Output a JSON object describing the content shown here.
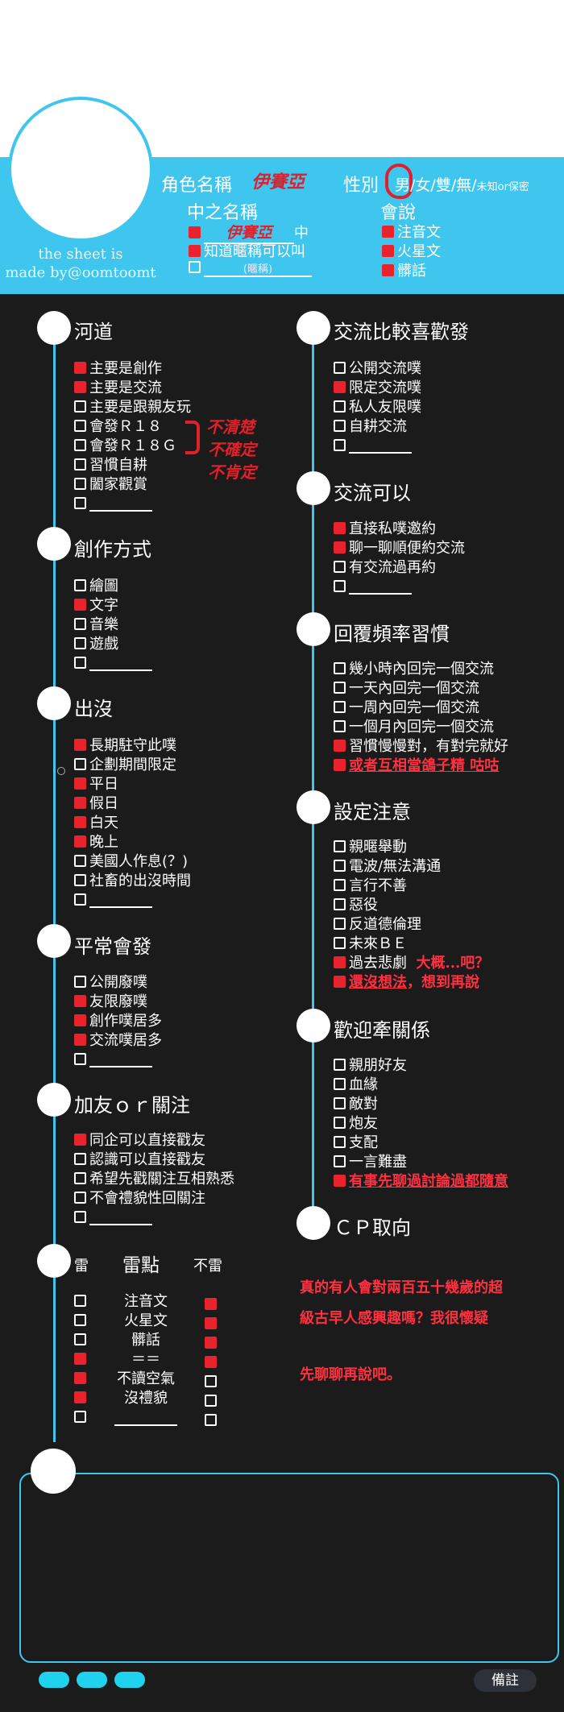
{
  "header": {
    "name_label": "角色名稱",
    "name_value": "伊賽亞",
    "gender_label": "性別",
    "gender_options": [
      "男",
      "/女/雙/無/",
      "未知or保密"
    ],
    "nick_label": "中之名稱",
    "nick_value": "伊賽亞",
    "nick_suffix": "中",
    "nick_known": "知道暱稱可以叫",
    "nick_placeholder": "(暱稱)",
    "can_say_label": "會說",
    "languages": [
      {
        "label": "注音文",
        "checked": true
      },
      {
        "label": "火星文",
        "checked": true
      },
      {
        "label": "髒話",
        "checked": true
      }
    ],
    "credit_line1": "the sheet is",
    "credit_line2": "made by@oomtoomt"
  },
  "sections": {
    "river": {
      "title": "河道",
      "items": [
        {
          "label": "主要是創作",
          "checked": true
        },
        {
          "label": "主要是交流",
          "checked": true
        },
        {
          "label": "主要是跟親友玩",
          "checked": false
        },
        {
          "label": "會發Ｒ１８",
          "checked": false
        },
        {
          "label": "會發Ｒ１８Ｇ",
          "checked": false
        },
        {
          "label": "習慣自耕",
          "checked": false
        },
        {
          "label": "闔家觀賞",
          "checked": false
        }
      ],
      "note": [
        "不清楚",
        "不確定",
        "不肯定"
      ]
    },
    "creation": {
      "title": "創作方式",
      "items": [
        {
          "label": "繪圖",
          "checked": false
        },
        {
          "label": "文字",
          "checked": true
        },
        {
          "label": "音樂",
          "checked": false
        },
        {
          "label": "遊戲",
          "checked": false
        }
      ]
    },
    "appear": {
      "title": "出沒",
      "items": [
        {
          "label": "長期駐守此噗",
          "checked": true
        },
        {
          "label": "企劃期間限定",
          "checked": false
        },
        {
          "label": "平日",
          "checked": true
        },
        {
          "label": "假日",
          "checked": true
        },
        {
          "label": "白天",
          "checked": true
        },
        {
          "label": "晚上",
          "checked": true
        },
        {
          "label": "美國人作息(？)",
          "checked": false
        },
        {
          "label": "社畜的出沒時間",
          "checked": false
        }
      ]
    },
    "usual": {
      "title": "平常會發",
      "items": [
        {
          "label": "公開廢噗",
          "checked": false
        },
        {
          "label": "友限廢噗",
          "checked": true
        },
        {
          "label": "創作噗居多",
          "checked": true
        },
        {
          "label": "交流噗居多",
          "checked": true
        }
      ]
    },
    "follow": {
      "title": "加友ｏｒ關注",
      "items": [
        {
          "label": "同企可以直接戳友",
          "checked": true
        },
        {
          "label": "認識可以直接戳友",
          "checked": false
        },
        {
          "label": "希望先戳關注互相熟悉",
          "checked": false
        },
        {
          "label": "不會禮貌性回關注",
          "checked": false
        }
      ]
    },
    "mines": {
      "title_left": "雷",
      "title_mid": "雷點",
      "title_right": "不雷",
      "rows": [
        {
          "label": "注音文",
          "mine": false,
          "ok": true
        },
        {
          "label": "火星文",
          "mine": false,
          "ok": true
        },
        {
          "label": "髒話",
          "mine": false,
          "ok": true
        },
        {
          "label": "＝＝",
          "mine": true,
          "ok": true
        },
        {
          "label": "不讀空氣",
          "mine": true,
          "ok": false
        },
        {
          "label": "沒禮貌",
          "mine": true,
          "ok": false
        },
        {
          "label": "",
          "mine": false,
          "ok": false
        }
      ]
    },
    "prefer": {
      "title": "交流比較喜歡發",
      "items": [
        {
          "label": "公開交流噗",
          "checked": false
        },
        {
          "label": "限定交流噗",
          "checked": true
        },
        {
          "label": "私人友限噗",
          "checked": false
        },
        {
          "label": "自耕交流",
          "checked": false
        }
      ]
    },
    "can": {
      "title": "交流可以",
      "items": [
        {
          "label": "直接私噗邀約",
          "checked": true
        },
        {
          "label": "聊一聊順便約交流",
          "checked": true
        },
        {
          "label": "有交流過再約",
          "checked": false
        }
      ]
    },
    "reply": {
      "title": "回覆頻率習慣",
      "items": [
        {
          "label": "幾小時內回完一個交流",
          "checked": false
        },
        {
          "label": "一天內回完一個交流",
          "checked": false
        },
        {
          "label": "一周內回完一個交流",
          "checked": false
        },
        {
          "label": "一個月內回完一個交流",
          "checked": false
        },
        {
          "label": "習慣慢慢對，有對完就好",
          "checked": true
        }
      ],
      "extra": "或者互相當鴿子精 咕咕"
    },
    "setting": {
      "title": "設定注意",
      "items": [
        {
          "label": "親暱舉動",
          "checked": false
        },
        {
          "label": "電波/無法溝通",
          "checked": false
        },
        {
          "label": "言行不善",
          "checked": false
        },
        {
          "label": "惡役",
          "checked": false
        },
        {
          "label": "反道德倫理",
          "checked": false
        },
        {
          "label": "未來ＢＥ",
          "checked": false
        },
        {
          "label": "過去悲劇",
          "checked": true
        }
      ],
      "tragedy_note": "大概...吧？",
      "extra_a": "還沒想法",
      "extra_b": "，想到再說"
    },
    "relation": {
      "title": "歡迎牽關係",
      "items": [
        {
          "label": "親朋好友",
          "checked": false
        },
        {
          "label": "血緣",
          "checked": false
        },
        {
          "label": "敵對",
          "checked": false
        },
        {
          "label": "炮友",
          "checked": false
        },
        {
          "label": "支配",
          "checked": false
        },
        {
          "label": "一言難盡",
          "checked": false
        }
      ],
      "extra": "有事先聊過討論過都隨意"
    },
    "cp": {
      "title": "ＣＰ取向",
      "text1": "真的有人會對兩百五十幾歲的超",
      "text2": "級古早人感興趣嗎？我很懷疑",
      "text3": "先聊聊再說吧。"
    }
  },
  "footer": {
    "remark_button": "備註"
  },
  "colors": {
    "accent": "#3fc6ee",
    "dark_bg": "#1b1b1b",
    "check_red": "#e8232e",
    "hand_red": "#e0202a"
  }
}
